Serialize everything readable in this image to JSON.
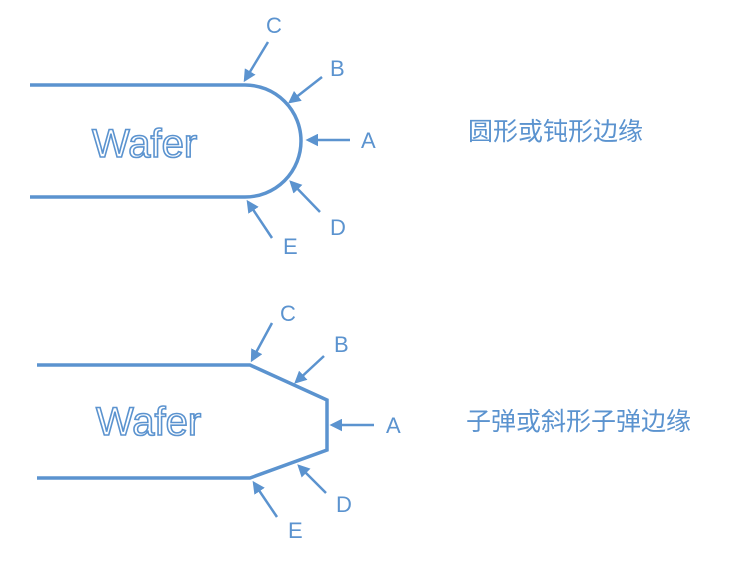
{
  "colors": {
    "stroke": "#5b93cf",
    "text": "#5b93cf"
  },
  "round_edge": {
    "wafer_label": "Wafer",
    "caption": "圆形或钝形边缘",
    "labels": {
      "A": "A",
      "B": "B",
      "C": "C",
      "D": "D",
      "E": "E"
    }
  },
  "bullet_edge": {
    "wafer_label": "Wafer",
    "caption": "子弹或斜形子弹边缘",
    "labels": {
      "A": "A",
      "B": "B",
      "C": "C",
      "D": "D",
      "E": "E"
    }
  }
}
